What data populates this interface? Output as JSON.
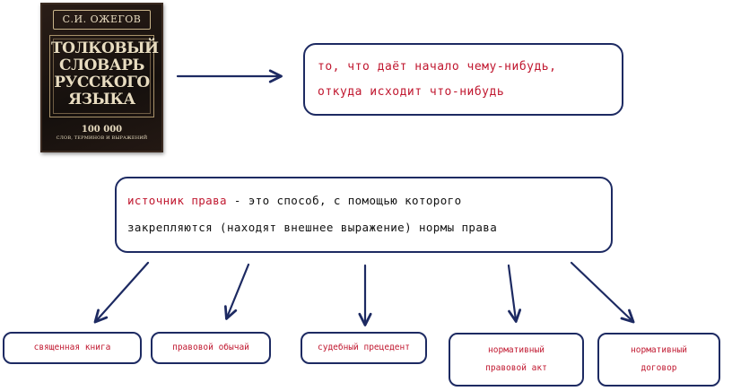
{
  "book": {
    "author": "С.И. ОЖЕГОВ",
    "title_lines": [
      "ТОЛКОВЫЙ",
      "СЛОВАРЬ",
      "РУССКОГО",
      "ЯЗЫКА"
    ],
    "count": "100 000",
    "subtitle": "СЛОВ, ТЕРМИНОВ И ВЫРАЖЕНИЙ"
  },
  "definition": {
    "line1": "то, что даёт начало чему-нибудь,",
    "line2": "откуда исходит что-нибудь"
  },
  "main": {
    "term": "источник права",
    "line1_rest": " - это способ, с помощью которого",
    "line2": "закрепляются (находят внешнее выражение) нормы права"
  },
  "sources": [
    {
      "lines": [
        "священная книга"
      ]
    },
    {
      "lines": [
        "правовой обычай"
      ]
    },
    {
      "lines": [
        "судебный прецедент"
      ]
    },
    {
      "lines": [
        "нормативный",
        "правовой акт"
      ]
    },
    {
      "lines": [
        "нормативный",
        "договор"
      ]
    }
  ],
  "colors": {
    "border": "#1d2a62",
    "arrow": "#1d2a62",
    "accent_text": "#c0172f",
    "body_text": "#111111"
  }
}
